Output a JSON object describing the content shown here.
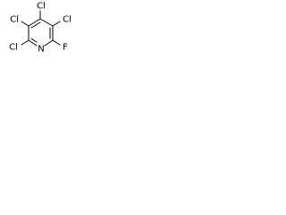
{
  "molecule": {
    "atoms": {
      "c1_label": "Cl",
      "c2_label": "Cl",
      "c3_label": "Cl",
      "c4_label": "Cl",
      "n_label": "N",
      "f_label": "F"
    }
  }
}
